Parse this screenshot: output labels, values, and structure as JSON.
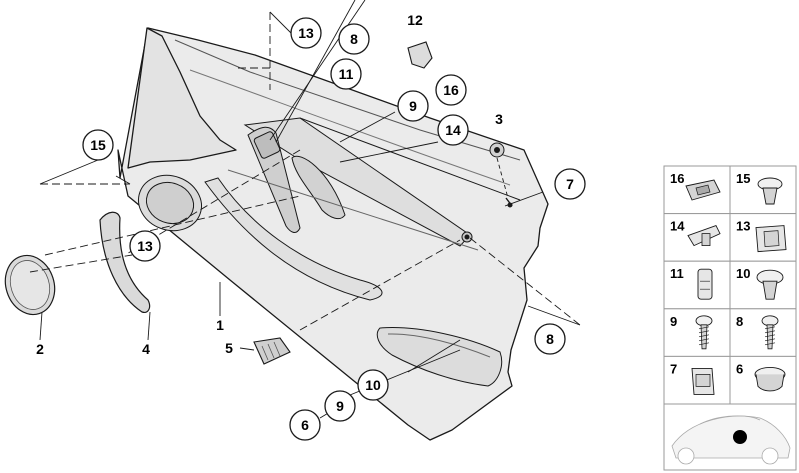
{
  "callouts": {
    "c1": "1",
    "c2": "2",
    "c3": "3",
    "c4": "4",
    "c5": "5",
    "c6": "6",
    "c7": "7",
    "c8a": "8",
    "c8b": "8",
    "c9a": "9",
    "c9b": "9",
    "c10": "10",
    "c11": "11",
    "c12": "12",
    "c13a": "13",
    "c13b": "13",
    "c14": "14",
    "c15": "15",
    "c16": "16"
  },
  "legend": {
    "cells": [
      {
        "num": "16",
        "icon": "clip-plate-icon"
      },
      {
        "num": "15",
        "icon": "push-rivet-icon"
      },
      {
        "num": "14",
        "icon": "clip-bracket-icon"
      },
      {
        "num": "13",
        "icon": "retainer-clip-icon"
      },
      {
        "num": "11",
        "icon": "spreader-clip-icon"
      },
      {
        "num": "10",
        "icon": "expanding-rivet-icon"
      },
      {
        "num": "9",
        "icon": "screw-icon"
      },
      {
        "num": "8",
        "icon": "screw-icon"
      },
      {
        "num": "7",
        "icon": "clip-nut-icon"
      },
      {
        "num": "6",
        "icon": "plug-icon"
      }
    ]
  },
  "colors": {
    "line": "#1a1a1a",
    "panel_fill": "#e9e9e9",
    "part_fill": "#d4d4d4",
    "legend_border": "#9a9a9a",
    "legend_bg": "#ffffff"
  }
}
